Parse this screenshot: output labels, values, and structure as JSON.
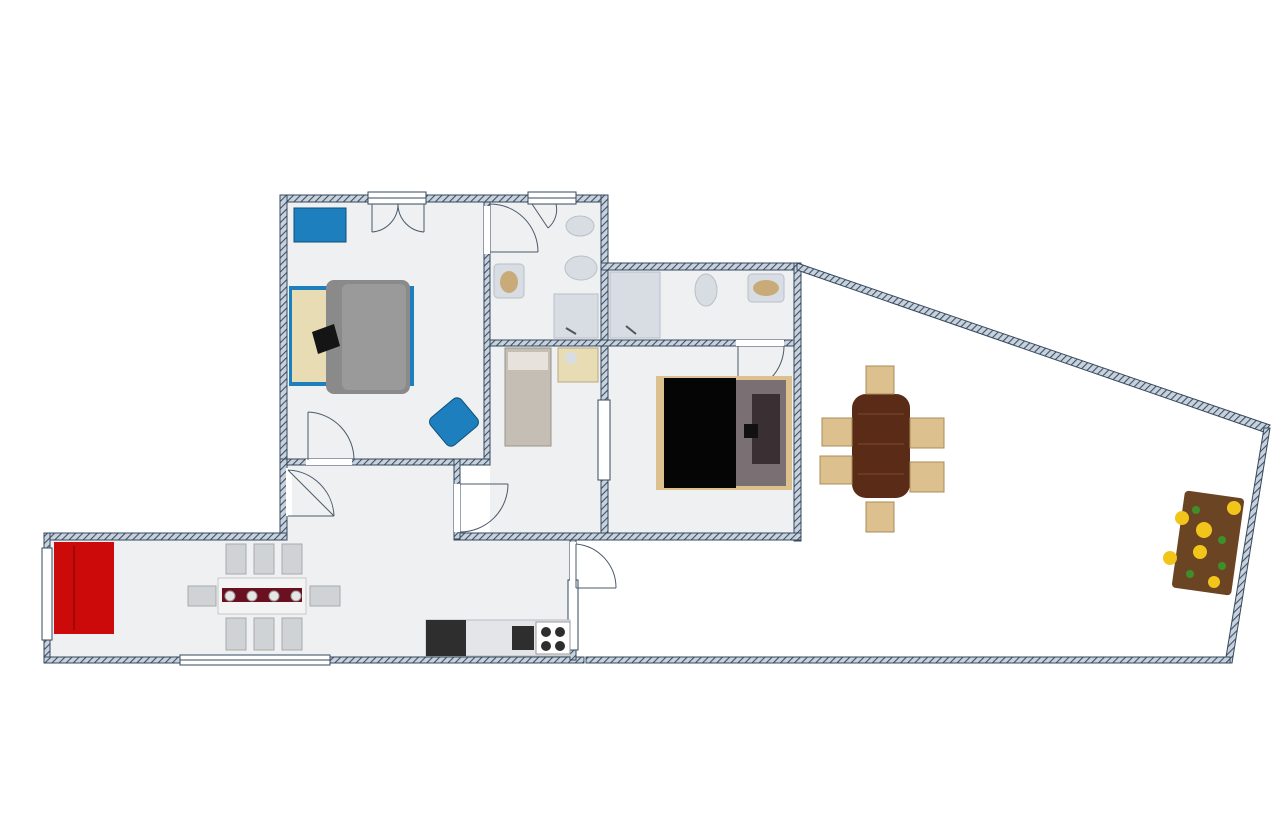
{
  "colors": {
    "background": "#ffffff",
    "floor": "#eff0f1",
    "terrace": "#ffffff",
    "wall_fill": "#c9d2dc",
    "wall_hatch": "#3d5166",
    "wall_stroke": "#34495e",
    "sofa": "#cc0a0a",
    "bed_grey": "#8a8a8a",
    "bed_blue": "#1e7fbf",
    "bedding_beige": "#e8dcb4",
    "dark_bed": "#050505",
    "wood_dark": "#5a2c18",
    "wood_light": "#dcc08e",
    "table_runner": "#6b1020",
    "planter": "#6b4424",
    "flower_yellow": "#f2c51a",
    "leaf_green": "#3e8f2a",
    "appliance": "#2e2e2e",
    "counter": "#e3e5e8",
    "fixture": "#d7dde2"
  },
  "rooms": [
    "bedroom-1",
    "bathroom-1",
    "bathroom-2",
    "bedroom-2",
    "bedroom-3",
    "hallway",
    "living-kitchen",
    "terrace"
  ],
  "icons": [
    "double-bed-icon",
    "single-bed-icon",
    "armchair-icon",
    "desk-icon",
    "sofa-icon",
    "dining-table-icon",
    "chair-icon",
    "stove-icon",
    "fridge-icon",
    "toilet-icon",
    "sink-icon",
    "shower-icon",
    "door-icon",
    "window-icon",
    "planter-icon",
    "flower-icon"
  ]
}
